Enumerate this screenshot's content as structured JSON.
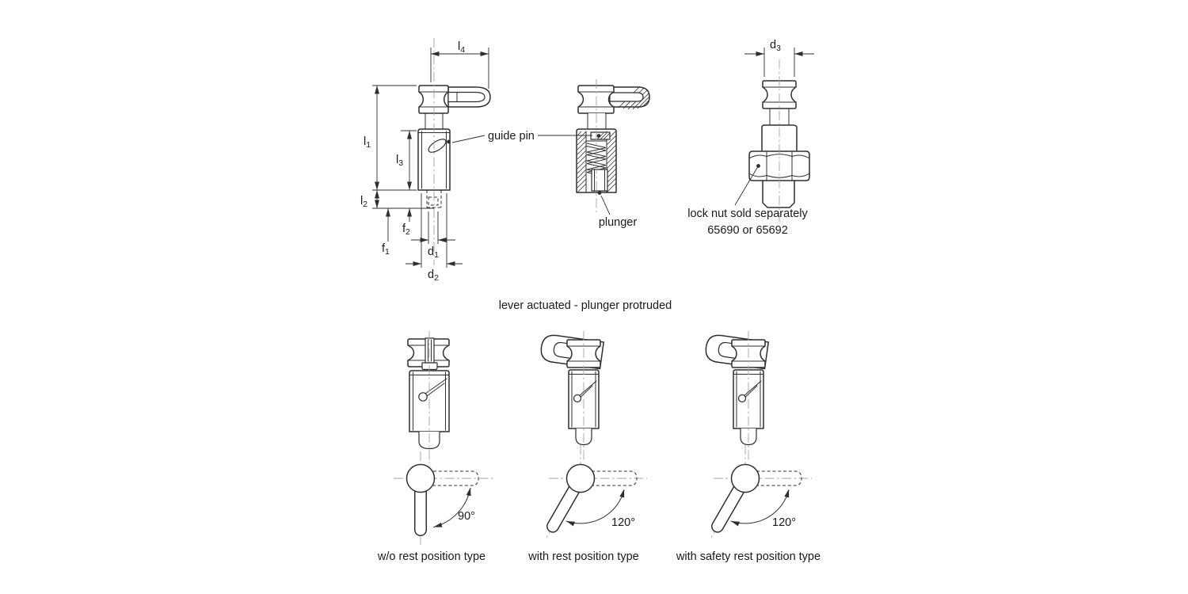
{
  "title_caption": "lever actuated - plunger protruded",
  "callouts": {
    "guide_pin": "guide pin",
    "plunger": "plunger",
    "lock_nut_line1": "lock nut sold separately",
    "lock_nut_line2": "65690 or 65692"
  },
  "dimensions": {
    "l1": {
      "base": "l",
      "sub": "1"
    },
    "l2": {
      "base": "l",
      "sub": "2"
    },
    "l3": {
      "base": "l",
      "sub": "3"
    },
    "l4": {
      "base": "l",
      "sub": "4"
    },
    "f1": {
      "base": "f",
      "sub": "1"
    },
    "f2": {
      "base": "f",
      "sub": "2"
    },
    "d1": {
      "base": "d",
      "sub": "1"
    },
    "d2": {
      "base": "d",
      "sub": "2"
    },
    "d3": {
      "base": "d",
      "sub": "3"
    }
  },
  "variants": [
    {
      "angle": "90°",
      "caption": "w/o rest position type"
    },
    {
      "angle": "120°",
      "caption": "with rest position type"
    },
    {
      "angle": "120°",
      "caption": "with safety rest position type"
    }
  ],
  "colors": {
    "line": "#2f2f2f",
    "centerline": "#a3a3a3",
    "text": "#191919",
    "background": "#ffffff"
  }
}
